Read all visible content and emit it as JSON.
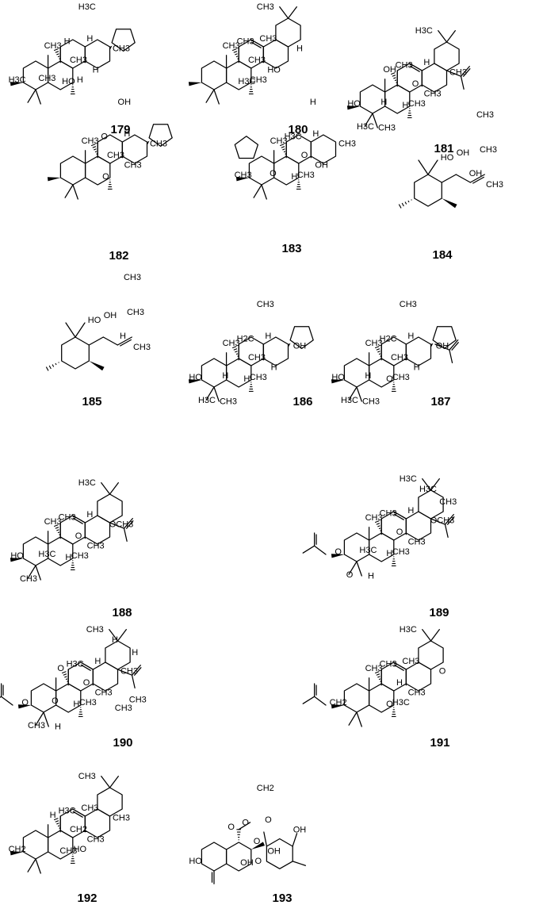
{
  "figure": {
    "compounds": [
      {
        "id": "179",
        "label": "179",
        "atoms": [
          "H3C",
          "H",
          "H",
          "CH3",
          "CH3",
          "H",
          "CH3",
          "HO",
          "H",
          "H3C",
          "CH3"
        ]
      },
      {
        "id": "180",
        "label": "180",
        "atoms": [
          "CH3",
          "CH3",
          "CH3",
          "CH3",
          "CH3",
          "HO",
          "H",
          "H3C",
          "CH3"
        ]
      },
      {
        "id": "181",
        "label": "181",
        "atoms": [
          "H3C",
          "CH3",
          "H",
          "OH",
          "O",
          "CH3",
          "CH3",
          "H",
          "CH3",
          "HO",
          "H",
          "H3C",
          "CH3"
        ]
      },
      {
        "id": "182",
        "label": "182",
        "atoms": [
          "OH",
          "O",
          "H",
          "CH3",
          "CH3",
          "CH3",
          "CH3",
          "O"
        ]
      },
      {
        "id": "183",
        "label": "183",
        "atoms": [
          "H",
          "H3C",
          "H",
          "CH3",
          "O",
          "OH",
          "CH3",
          "H",
          "CH3",
          "CH3",
          "O"
        ]
      },
      {
        "id": "184",
        "label": "184",
        "atoms": [
          "CH3",
          "OH",
          "CH3",
          "HO",
          "OH",
          "CH3"
        ]
      },
      {
        "id": "185",
        "label": "185",
        "atoms": [
          "CH3",
          "OH",
          "CH3",
          "HO",
          "H",
          "CH3"
        ]
      },
      {
        "id": "186",
        "label": "186",
        "atoms": [
          "CH3",
          "H2C",
          "H",
          "CH3",
          "CH3",
          "H",
          "OH",
          "H",
          "CH3",
          "HO",
          "H",
          "H3C",
          "CH3"
        ]
      },
      {
        "id": "187",
        "label": "187",
        "atoms": [
          "CH3",
          "H2C",
          "H",
          "CH3",
          "CH3",
          "H",
          "OH",
          "O",
          "CH3",
          "HO",
          "H",
          "H3C",
          "CH3"
        ]
      },
      {
        "id": "188",
        "label": "188",
        "atoms": [
          "H3C",
          "CH3",
          "H",
          "CH3",
          "O",
          "CH3",
          "OCH3",
          "H",
          "CH3",
          "HO",
          "H3C",
          "CH3"
        ]
      },
      {
        "id": "189",
        "label": "189",
        "atoms": [
          "H3C",
          "CH3",
          "H",
          "CH3",
          "O",
          "CH3",
          "OCH3",
          "H",
          "CH3",
          "O",
          "H3C",
          "O",
          "H",
          "H3C",
          "CH3"
        ]
      },
      {
        "id": "190",
        "label": "190",
        "atoms": [
          "CH3",
          "H3C",
          "H",
          "O",
          "O",
          "CH3",
          "CH3",
          "H",
          "CH3",
          "O",
          "O",
          "CH3",
          "H",
          "H",
          "H",
          "CH3",
          "CH3"
        ]
      },
      {
        "id": "191",
        "label": "191",
        "atoms": [
          "H3C",
          "CH3",
          "CH3",
          "CH3",
          "H",
          "CH3",
          "O",
          "O",
          "H3C",
          "CH2"
        ]
      },
      {
        "id": "192",
        "label": "192",
        "atoms": [
          "CH3",
          "H3C",
          "CH3",
          "H",
          "CH2",
          "CH3",
          "CH3",
          "CH3",
          "HO",
          "CH2"
        ]
      },
      {
        "id": "193",
        "label": "193",
        "atoms": [
          "CH2",
          "O",
          "O",
          "O",
          "O",
          "OH",
          "OH",
          "OH",
          "O",
          "HO"
        ]
      }
    ]
  }
}
